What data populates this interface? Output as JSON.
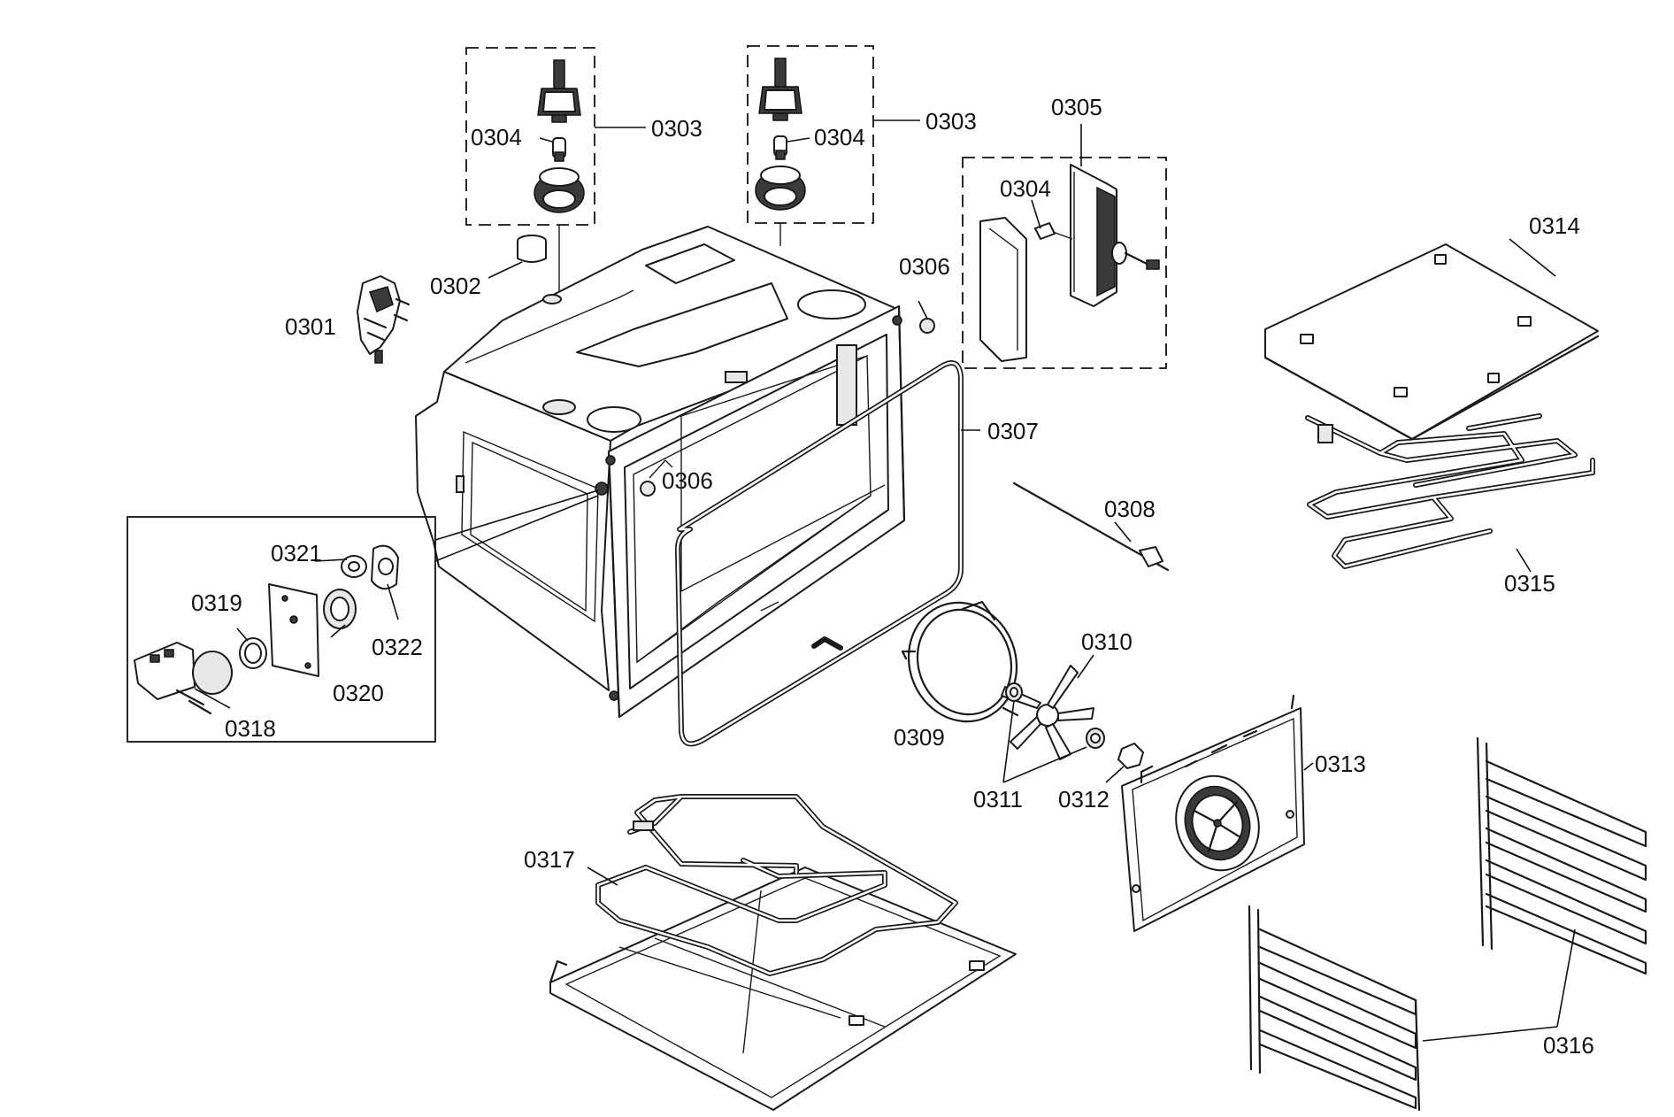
{
  "labels": {
    "p0301": "0301",
    "p0302": "0302",
    "p0303_left": "0303",
    "p0303_right": "0303",
    "p0304_left": "0304",
    "p0304_mid": "0304",
    "p0304_right": "0304",
    "p0305": "0305",
    "p0306_top": "0306",
    "p0306_front": "0306",
    "p0307": "0307",
    "p0308": "0308",
    "p0309": "0309",
    "p0310": "0310",
    "p0311": "0311",
    "p0312": "0312",
    "p0313": "0313",
    "p0314": "0314",
    "p0315": "0315",
    "p0316": "0316",
    "p0317": "0317",
    "p0318": "0318",
    "p0319": "0319",
    "p0320": "0320",
    "p0321": "0321",
    "p0322": "0322"
  }
}
